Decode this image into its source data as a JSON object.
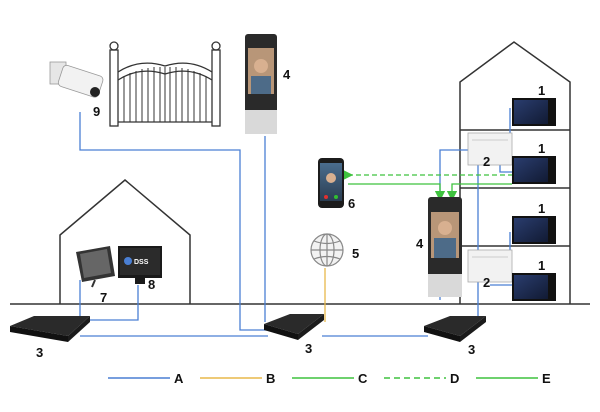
{
  "labels": {
    "camera": "9",
    "door_station_gate": "4",
    "door_station_building": "4",
    "phone": "6",
    "internet": "5",
    "tablet": "7",
    "monitor": "8",
    "switch_left": "3",
    "switch_mid": "3",
    "switch_right": "3",
    "splitter_top": "2",
    "splitter_bottom": "2",
    "indoor_1": "1",
    "indoor_2": "1",
    "indoor_3": "1",
    "indoor_4": "1"
  },
  "monitor_brand": "DSS",
  "legend": [
    {
      "label": "A",
      "color": "#4a7fd4",
      "style": "solid"
    },
    {
      "label": "B",
      "color": "#e8b84a",
      "style": "solid"
    },
    {
      "label": "C",
      "color": "#3ec23e",
      "style": "solid"
    },
    {
      "label": "D",
      "color": "#3ec23e",
      "style": "dashed"
    },
    {
      "label": "E",
      "color": "#3ec23e",
      "style": "solid"
    }
  ],
  "colors": {
    "network": "#4a7fd4",
    "internet": "#e8b84a",
    "wireless": "#3ec23e",
    "outline": "#333333"
  }
}
